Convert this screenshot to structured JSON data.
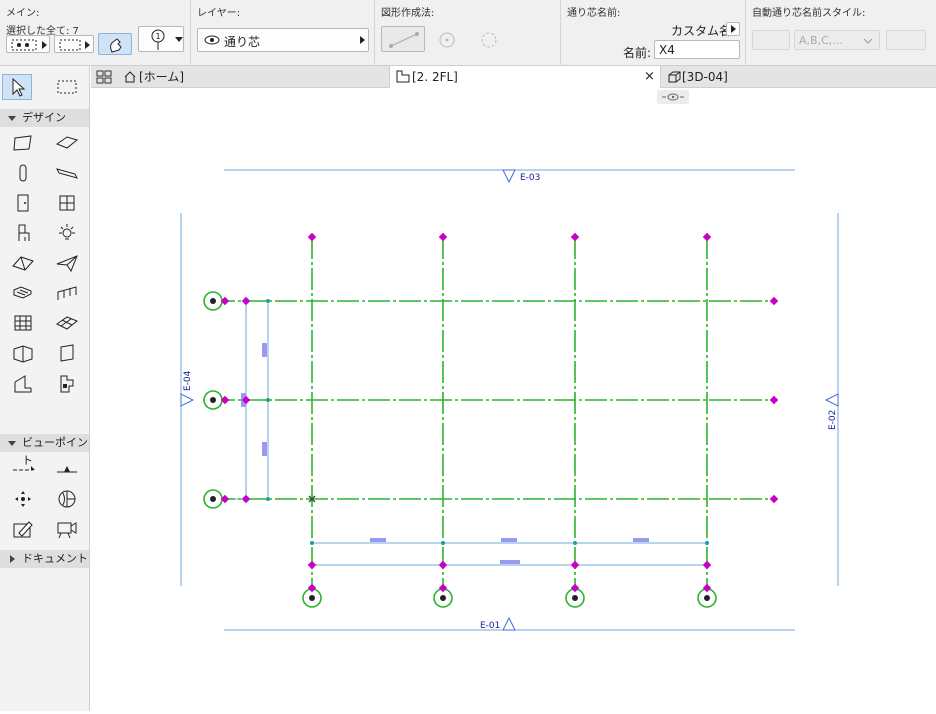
{
  "infobox": {
    "main": {
      "title": "メイン:",
      "selection_label": "選択した全て: 7"
    },
    "layer": {
      "title": "レイヤー:",
      "value": "通り芯"
    },
    "geometry": {
      "title": "図形作成法:"
    },
    "gridname": {
      "title": "通り芯名前:",
      "mode": "カスタム名",
      "name_label": "名前:",
      "name_value": "X4"
    },
    "autoname": {
      "title": "自動通り芯名前スタイル:",
      "style_value": "A,B,C,..."
    }
  },
  "toolbox": {
    "sections": [
      {
        "label": "デザイン",
        "expanded": true
      },
      {
        "label": "ビューポイント",
        "expanded": true
      },
      {
        "label": "ドキュメント",
        "expanded": false
      }
    ]
  },
  "tabs": [
    {
      "label": "[ホーム]",
      "icon": "home-icon"
    },
    {
      "label": "[2. 2FL]",
      "icon": "floor-plan-icon",
      "active": true,
      "close": "×"
    },
    {
      "label": "[3D-04]",
      "icon": "3d-view-icon"
    }
  ],
  "canvas": {
    "elevation_markers": {
      "top": "E-03",
      "left": "E-04",
      "right": "E-02",
      "bottom": "E-01"
    },
    "colors": {
      "grid_line": "#2db42d",
      "node": "#c800c8",
      "selection": "#6fa8dc",
      "marker": "#1a1aa0",
      "dim_tag": "#9999ee"
    }
  }
}
